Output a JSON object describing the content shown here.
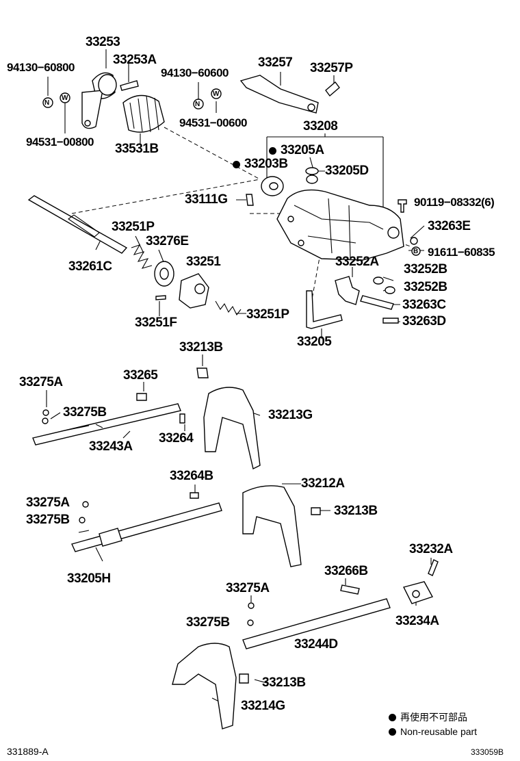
{
  "labels": {
    "l33253": "33253",
    "l33253A": "33253A",
    "l94130_60800": "94130−60800",
    "l94531_00800": "94531−00800",
    "l33531B": "33531B",
    "l94130_60600": "94130−60600",
    "l94531_00600": "94531−00600",
    "l33257": "33257",
    "l33257P": "33257P",
    "l33208": "33208",
    "l33205A": "33205A",
    "l33203B": "33203B",
    "l33205D": "33205D",
    "l33111G": "33111G",
    "l90119": "90119−08332(6)",
    "l33263E": "33263E",
    "l91611": "91611−60835",
    "l33251P_a": "33251P",
    "l33276E": "33276E",
    "l33261C": "33261C",
    "l33251": "33251",
    "l33251F": "33251F",
    "l33251P_b": "33251P",
    "l33252A": "33252A",
    "l33252B_a": "33252B",
    "l33252B_b": "33252B",
    "l33263C": "33263C",
    "l33263D": "33263D",
    "l33205": "33205",
    "l33213B_a": "33213B",
    "l33275A_a": "33275A",
    "l33265": "33265",
    "l33275B_a": "33275B",
    "l33243A": "33243A",
    "l33264": "33264",
    "l33213G": "33213G",
    "l33264B": "33264B",
    "l33212A": "33212A",
    "l33275A_b": "33275A",
    "l33275B_b": "33275B",
    "l33213B_b": "33213B",
    "l33205H": "33205H",
    "l33232A": "33232A",
    "l33266B": "33266B",
    "l33275A_c": "33275A",
    "l33275B_c": "33275B",
    "l33234A": "33234A",
    "l33244D": "33244D",
    "l33213B_c": "33213B",
    "l33214G": "33214G"
  },
  "legend": {
    "jp": "再使用不可部品",
    "en": "Non-reusable part"
  },
  "footer": {
    "left": "331889-A",
    "right": "333059B"
  },
  "markers": {
    "n": "N",
    "w": "W",
    "b": "B"
  }
}
